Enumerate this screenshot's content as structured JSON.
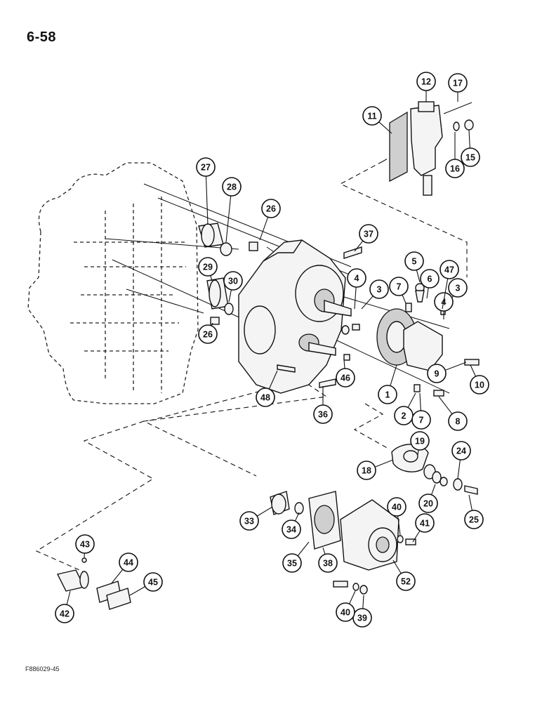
{
  "page": {
    "page_number": "6-58",
    "figure_code": "F886029-45"
  },
  "callouts": [
    {
      "label": "1"
    },
    {
      "label": "2"
    },
    {
      "label": "3"
    },
    {
      "label": "3"
    },
    {
      "label": "4"
    },
    {
      "label": "4"
    },
    {
      "label": "5"
    },
    {
      "label": "6"
    },
    {
      "label": "7"
    },
    {
      "label": "7"
    },
    {
      "label": "8"
    },
    {
      "label": "9"
    },
    {
      "label": "10"
    },
    {
      "label": "11"
    },
    {
      "label": "12"
    },
    {
      "label": "15"
    },
    {
      "label": "16"
    },
    {
      "label": "17"
    },
    {
      "label": "18"
    },
    {
      "label": "19"
    },
    {
      "label": "20"
    },
    {
      "label": "24"
    },
    {
      "label": "25"
    },
    {
      "label": "26"
    },
    {
      "label": "26"
    },
    {
      "label": "27"
    },
    {
      "label": "28"
    },
    {
      "label": "29"
    },
    {
      "label": "30"
    },
    {
      "label": "33"
    },
    {
      "label": "34"
    },
    {
      "label": "35"
    },
    {
      "label": "36"
    },
    {
      "label": "37"
    },
    {
      "label": "38"
    },
    {
      "label": "39"
    },
    {
      "label": "40"
    },
    {
      "label": "40"
    },
    {
      "label": "41"
    },
    {
      "label": "42"
    },
    {
      "label": "43"
    },
    {
      "label": "44"
    },
    {
      "label": "45"
    },
    {
      "label": "46"
    },
    {
      "label": "47"
    },
    {
      "label": "48"
    },
    {
      "label": "52"
    }
  ]
}
